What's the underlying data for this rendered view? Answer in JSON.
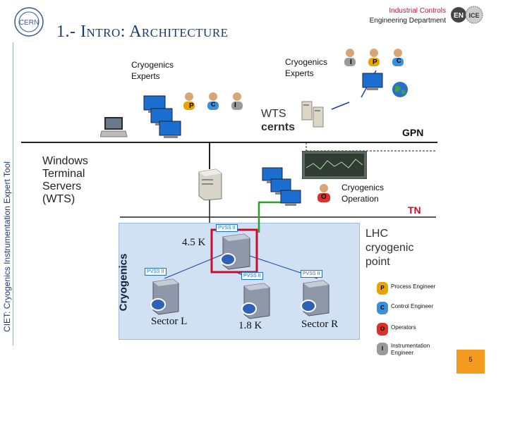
{
  "header": {
    "title": "1.- Intro: Architecture",
    "dept_line1": "Industrial Controls",
    "dept_line2": "Engineering Department",
    "logo_left": "CERN",
    "logo_right_en": "EN",
    "logo_right_ice": "ICE"
  },
  "side_text": "CIET: Cryogenics Instrumentation Expert Tool",
  "labels": {
    "experts_left": "Cryogenics Experts",
    "experts_right": "Cryogenics Experts",
    "wts_line1": "WTS",
    "wts_line2": "cernts",
    "gpn": "GPN",
    "tn": "TN",
    "wts_servers_1": "Windows",
    "wts_servers_2": "Terminal",
    "wts_servers_3": "Servers",
    "wts_servers_4": "(WTS)",
    "cryo_operation": "Cryogenics Operation",
    "lhc_1": "LHC",
    "lhc_2": "cryogenic",
    "lhc_3": "point",
    "zone_label": "Cryogenics",
    "k45": "4.5 K",
    "k18": "1.8 K",
    "sector_l": "Sector L",
    "sector_r": "Sector R",
    "pvss": "PVSS II"
  },
  "badges": {
    "p": "P",
    "c": "C",
    "i": "I",
    "o": "O"
  },
  "legend": [
    {
      "badge": "P",
      "color": "#e6a400",
      "label": "Process Engineer"
    },
    {
      "badge": "C",
      "color": "#3b8fd6",
      "label": "Control Engineer"
    },
    {
      "badge": "O",
      "color": "#d9312b",
      "label": "Operators"
    },
    {
      "badge": "I",
      "color": "#9a9a9a",
      "label": "Instrumentation Engineer"
    }
  ],
  "page_number": "5",
  "colors": {
    "network": "#222222",
    "link_blue": "#1e3fa8",
    "link_green": "#2aa02a",
    "link_red": "#c8102e",
    "zone": "#cfe1f3",
    "accent": "#f49a1e"
  }
}
